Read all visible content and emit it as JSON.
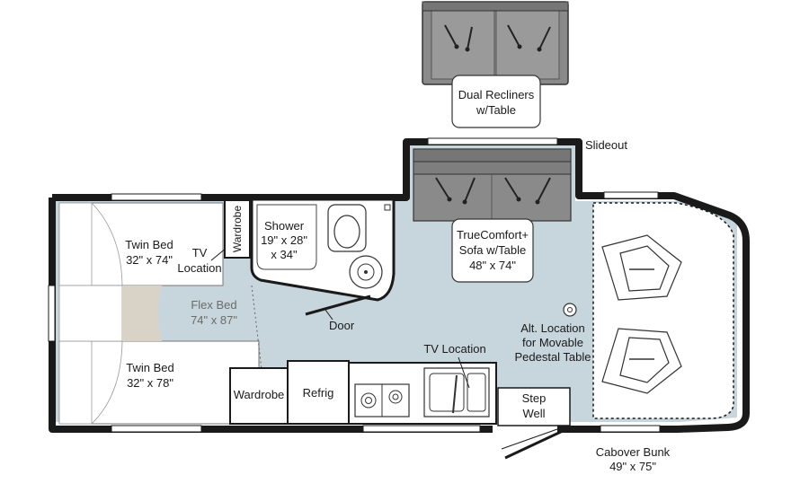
{
  "labels": {
    "dual_recliners": [
      "Dual Recliners",
      "w/Table"
    ],
    "slideout": "Slideout",
    "truecomfort": [
      "TrueComfort+",
      "Sofa w/Table",
      "48\" x 74\""
    ],
    "shower": [
      "Shower",
      "19\" x 28\"",
      "x 34\""
    ],
    "wardrobe_vertical": "Wardrobe",
    "tv_location_left": [
      "TV",
      "Location"
    ],
    "twin_bed_top": [
      "Twin Bed",
      "32\" x 74\""
    ],
    "flex_bed": [
      "Flex Bed",
      "74\" x 87\""
    ],
    "twin_bed_bottom": [
      "Twin Bed",
      "32\" x 78\""
    ],
    "door": "Door",
    "wardrobe_bottom": "Wardrobe",
    "refrig": "Refrig",
    "tv_location_galley": "TV Location",
    "step_well": [
      "Step",
      "Well"
    ],
    "alt_location": [
      "Alt. Location",
      "for Movable",
      "Pedestal Table"
    ],
    "cabover_bunk": [
      "Cabover Bunk",
      "49\" x 75\""
    ]
  },
  "colors": {
    "floor": "#c7d5dc",
    "wall": "#1a1a1a",
    "sofa": "#8a8a8a",
    "sofa_dark": "#6f6f6f",
    "flex_pad": "#d9d3c7",
    "fixture": "#ffffff"
  }
}
